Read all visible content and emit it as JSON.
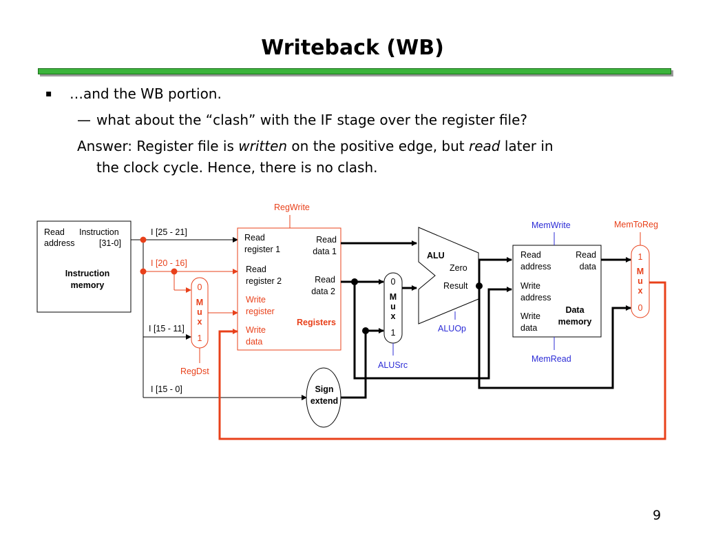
{
  "slide": {
    "title": "Writeback (WB)",
    "bullet_mark": "▪",
    "bullet_1": "…and the WB portion.",
    "sub_dash": "—",
    "sub_1": "what about the “clash” with the IF stage over the register file?",
    "answer_prefix": "Answer: Register file is ",
    "answer_written": "written",
    "answer_mid": " on the positive edge, but ",
    "answer_read": "read",
    "answer_suffix": " later in",
    "answer_line2": "the clock cycle. Hence, there is no clash.",
    "page_number": "9"
  },
  "colors": {
    "title_bar": "#3cb43c",
    "highlight": "#e8401a",
    "control_blue": "#2b2bd6",
    "wire": "#000000"
  },
  "diagram": {
    "instruction_memory": {
      "read": "Read",
      "instruction": "Instruction",
      "address": "address",
      "bits": "[31-0]",
      "name_1": "Instruction",
      "name_2": "memory"
    },
    "fields": {
      "rs": "I [25 - 21]",
      "rt": "I [20 - 16]",
      "rd": "I [15 - 11]",
      "imm": "I [15 - 0]"
    },
    "registers": {
      "read_reg_1a": "Read",
      "read_reg_1b": "register 1",
      "read_reg_2a": "Read",
      "read_reg_2b": "register 2",
      "write_reg_a": "Write",
      "write_reg_b": "register",
      "write_data_a": "Write",
      "write_data_b": "data",
      "read_data_1a": "Read",
      "read_data_1b": "data 1",
      "read_data_2a": "Read",
      "read_data_2b": "data 2",
      "name": "Registers"
    },
    "control": {
      "regwrite": "RegWrite",
      "regdst": "RegDst",
      "alusrc": "ALUSrc",
      "aluop": "ALUOp",
      "memwrite": "MemWrite",
      "memread": "MemRead",
      "memtoreg": "MemToReg"
    },
    "mux_regdst": {
      "top": "0",
      "m": "M",
      "u": "u",
      "x": "x",
      "bottom": "1"
    },
    "mux_alusrc": {
      "top": "0",
      "m": "M",
      "u": "u",
      "x": "x",
      "bottom": "1"
    },
    "mux_memtoreg": {
      "top": "1",
      "m": "M",
      "u": "u",
      "x": "x",
      "bottom": "0"
    },
    "alu": {
      "name": "ALU",
      "zero": "Zero",
      "result": "Result"
    },
    "sign_extend": {
      "line1": "Sign",
      "line2": "extend"
    },
    "data_memory": {
      "read_addr_a": "Read",
      "read_addr_b": "address",
      "write_addr_a": "Write",
      "write_addr_b": "address",
      "write_data_a": "Write",
      "write_data_b": "data",
      "read_data_a": "Read",
      "read_data_b": "data",
      "name_1": "Data",
      "name_2": "memory"
    }
  }
}
